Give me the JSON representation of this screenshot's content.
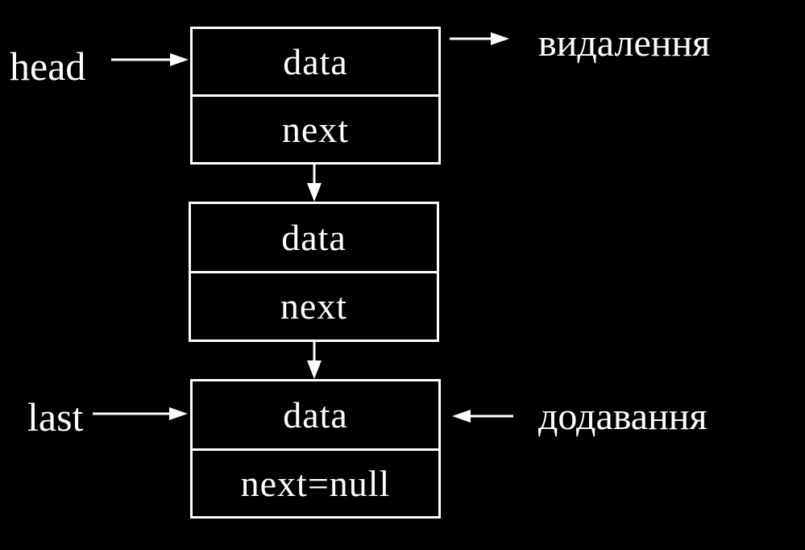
{
  "diagram": {
    "title": "singly-linked-list-structure",
    "background_color": "#000000",
    "foreground_color": "#ffffff",
    "pointers": {
      "head_label": "head",
      "last_label": "last"
    },
    "annotations": {
      "deletion_label": "видалення",
      "addition_label": "додавання"
    },
    "nodes": [
      {
        "data_field": "data",
        "next_field": "next"
      },
      {
        "data_field": "data",
        "next_field": "next"
      },
      {
        "data_field": "data",
        "next_field": "next=null"
      }
    ]
  }
}
